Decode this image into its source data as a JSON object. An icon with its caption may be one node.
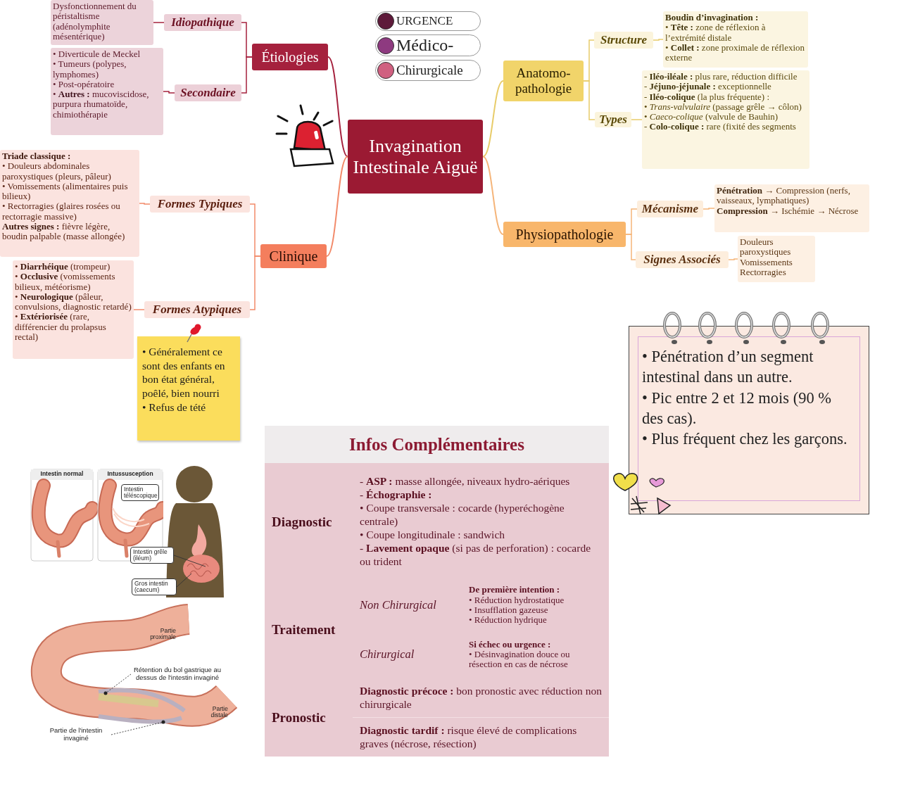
{
  "diagram": {
    "nodes": [
      {
        "text": [
          "Invagination Intestinale Aiguë"
        ]
      },
      {
        "text": [
          "Étiologies"
        ]
      },
      {
        "text": [
          "Idiopathique"
        ]
      },
      {
        "text": [
          "Dysfonctionnement du péristaltisme (adénolymphite mésentérique)"
        ]
      },
      {
        "text": [
          "Secondaire"
        ]
      },
      {
        "text": [
          "• Diverticule de Meckel",
          "• Tumeurs (polypes, lymphomes)",
          "• Post-opératoire",
          "• **Autres :** mucoviscidose, purpura rhumatoïde, chimiothérapie"
        ]
      },
      {
        "text": [
          "Clinique"
        ]
      },
      {
        "text": [
          "Formes Typiques"
        ]
      },
      {
        "text": [
          "**Triade classique :**",
          "• Douleurs abdominales paroxystiques (pleurs, pâleur)",
          "• Vomissements (alimentaires puis bilieux)",
          "• Rectorragies (glaires rosées ou rectorragie massive)",
          "**Autres signes :** fièvre légère, boudin palpable (masse allongée)"
        ]
      },
      {
        "text": [
          "Formes Atypiques"
        ]
      },
      {
        "text": [
          "• **Diarrhéique** (trompeur)",
          "• **Occlusive** (vomissements bilieux, météorisme)",
          "• **Neurologique** (pâleur, convulsions, diagnostic retardé)",
          "• **Extériorisée** (rare, différencier du prolapsus rectal)"
        ]
      },
      {
        "text": [
          "Anatomo-pathologie"
        ]
      },
      {
        "text": [
          "Structure"
        ]
      },
      {
        "text": [
          "**Boudin d’invagination :**",
          "• **Tête :** zone de réflexion à l’extrémité distale",
          "• **Collet :** zone proximale de réflexion externe"
        ]
      },
      {
        "text": [
          "Types"
        ]
      },
      {
        "text": [
          "- **Iléo-iléale :** plus rare, réduction difficile",
          "- **Jéjuno-jéjunale :** exceptionnelle",
          "- **Iléo-colique** (la plus fréquente) :",
          "• *Trans-valvulaire* (passage grêle → côlon)",
          "• *Caeco-colique* (valvule de Bauhin)",
          "- **Colo-colique :** rare (fixité des segments"
        ]
      },
      {
        "text": [
          "Physiopathologie"
        ]
      },
      {
        "text": [
          "Mécanisme"
        ]
      },
      {
        "text": [
          "**Pénétration** → Compression (nerfs, vaisseaux, lymphatiques)",
          "**Compression** → Ischémie → Nécrose"
        ]
      },
      {
        "text": [
          "Signes Associés"
        ]
      },
      {
        "text": [
          "Douleurs paroxystiques",
          "Vomissements",
          "Rectorragies"
        ]
      },
      {
        "text": [
          "• Généralement ce sont des enfants en bon état général, poêlé, bien nourri",
          "• Refus de tété"
        ]
      },
      {
        "text": [
          "• Pénétration d’un segment intestinal dans un autre.",
          "• Pic entre 2 et 12 mois (90 % des cas).",
          "• Plus fréquent chez les garçons."
        ]
      },
      {
        "text": [
          "Infos Complémentaires"
        ]
      },
      {
        "text": [
          "Diagnostic"
        ],
        "in": 23
      },
      {
        "text": [
          "- **ASP :** masse allongée, niveaux hydro-aériques",
          "- **Échographie :**",
          "• Coupe transversale : cocarde (hyperéchogène centrale)",
          "• Coupe longitudinale : sandwich",
          "- **Lavement opaque** (si pas de perforation) : cocarde ou trident"
        ],
        "in": 23
      },
      {
        "text": [
          "Traitement"
        ],
        "in": 23
      },
      {
        "text": [
          "Non Chirurgical"
        ],
        "in": 23
      },
      {
        "text": [
          "**De première intention :**",
          "• Réduction hydrostatique",
          "• Insufflation gazeuse",
          "• Réduction hydrique"
        ],
        "in": 23
      },
      {
        "text": [
          "Chirurgical"
        ],
        "in": 23
      },
      {
        "text": [
          "**Si échec ou urgence :**",
          "• Désinvagination douce ou résection en cas de nécrose"
        ],
        "in": 23
      },
      {
        "text": [
          "Pronostic"
        ],
        "in": 23
      },
      {
        "text": [
          "**Diagnostic précoce :** bon pronostic avec réduction non chirurgicale"
        ],
        "in": 23
      },
      {
        "text": [
          "**Diagnostic tardif :** risque élevé de complications graves (nécrose, résection)"
        ],
        "in": 23
      },
      {
        "text": [
          "Intestin grêle (iléum)"
        ]
      },
      {
        "text": [
          "Gros intestin (caecum)"
        ]
      },
      {
        "text": [
          "Rétention du bol gastrique au dessus de l'intestin invaginé"
        ]
      },
      {
        "text": [
          "Partie de l'intestin invaginé"
        ]
      },
      {
        "text": [
          "Intestin téléscopique"
        ]
      }
    ],
    "edges": [
      {
        "from": 0,
        "to": 1,
        "arrow": "none",
        "color": "#a5213d"
      },
      {
        "from": 1,
        "to": 2,
        "arrow": "none",
        "color": "#a5213d"
      },
      {
        "from": 2,
        "to": 3,
        "arrow": "none",
        "color": "#a5213d"
      },
      {
        "from": 1,
        "to": 4,
        "arrow": "none",
        "color": "#a5213d"
      },
      {
        "from": 4,
        "to": 5,
        "arrow": "none",
        "color": "#a5213d"
      },
      {
        "from": 0,
        "to": 6,
        "arrow": "none",
        "color": "#f28a6a"
      },
      {
        "from": 6,
        "to": 7,
        "arrow": "none",
        "color": "#f28a6a"
      },
      {
        "from": 7,
        "to": 8,
        "arrow": "none",
        "color": "#f28a6a"
      },
      {
        "from": 6,
        "to": 9,
        "arrow": "none",
        "color": "#f28a6a"
      },
      {
        "from": 9,
        "to": 10,
        "arrow": "none",
        "color": "#f28a6a"
      },
      {
        "from": 0,
        "to": 11,
        "arrow": "none",
        "color": "#e8cc6a"
      },
      {
        "from": 11,
        "to": 12,
        "arrow": "none",
        "color": "#e8cc6a"
      },
      {
        "from": 12,
        "to": 13,
        "arrow": "none",
        "color": "#e8cc6a"
      },
      {
        "from": 11,
        "to": 14,
        "arrow": "none",
        "color": "#e8cc6a"
      },
      {
        "from": 14,
        "to": 15,
        "arrow": "none",
        "color": "#e8cc6a"
      },
      {
        "from": 0,
        "to": 16,
        "arrow": "none",
        "color": "#f5b57a"
      },
      {
        "from": 16,
        "to": 17,
        "arrow": "none",
        "color": "#f5b57a"
      },
      {
        "from": 17,
        "to": 18,
        "arrow": "none",
        "color": "#f5b57a"
      },
      {
        "from": 16,
        "to": 19,
        "arrow": "none",
        "color": "#f5b57a"
      },
      {
        "from": 19,
        "to": 20,
        "arrow": "none",
        "color": "#f5b57a"
      },
      {
        "from": 34,
        "to": null,
        "arrow": "none",
        "color": "#333333"
      },
      {
        "from": 35,
        "to": null,
        "arrow": "none",
        "color": "#333333"
      },
      {
        "from": 36,
        "to": null,
        "arrow": "none",
        "style": "dashed",
        "color": "#333333"
      },
      {
        "from": 37,
        "to": null,
        "arrow": "none",
        "style": "dashed",
        "color": "#333333"
      }
    ],
    "labels": [
      "Intestin normal",
      "Intussusception",
      "Partie proximale",
      "Partie distale"
    ],
    "legend": [
      {
        "text": "URGENCE",
        "color": "#5e1a3a"
      },
      {
        "text": "Médico-",
        "color": "#8e3a80"
      },
      {
        "text": "Chirurgicale",
        "color": "#d06080"
      }
    ]
  }
}
